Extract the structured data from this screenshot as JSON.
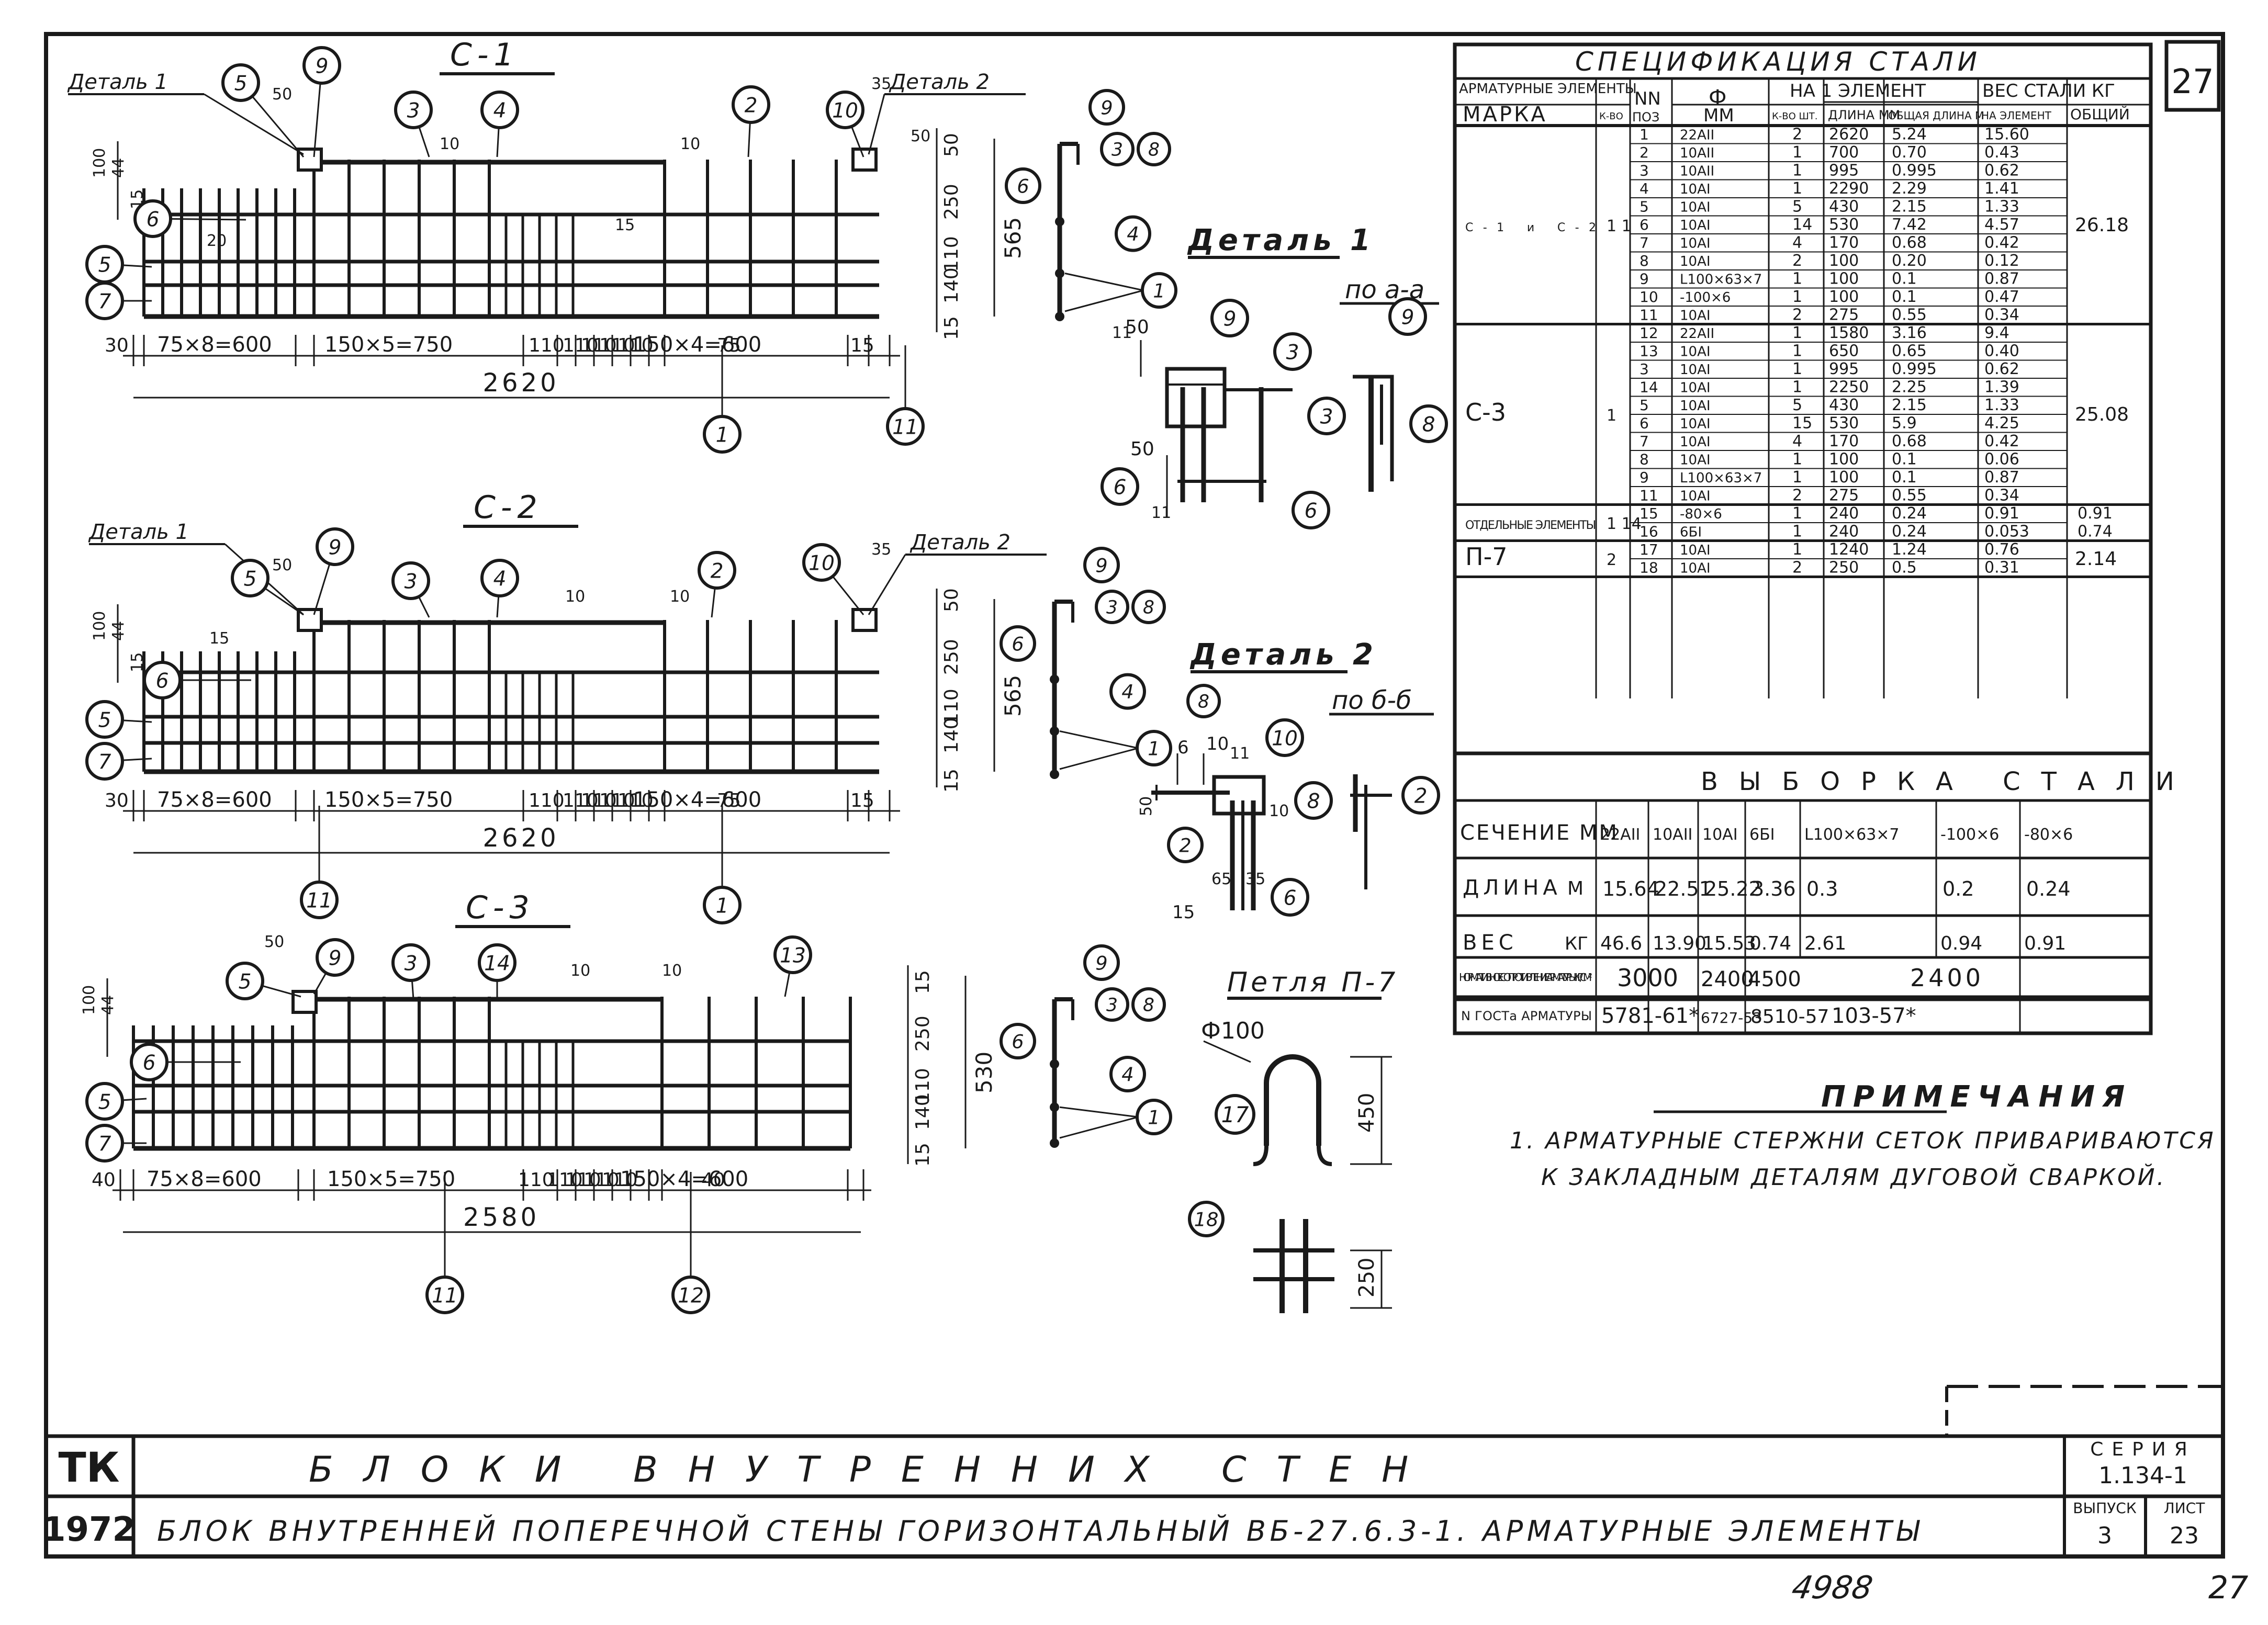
{
  "sheet": {
    "number": "27",
    "bottom_left_code": "4988",
    "bottom_right_page": "27"
  },
  "title_block": {
    "org": "ТК",
    "year": "1972",
    "row1_title": "БЛОКИ ВНУТРЕННИХ СТЕН",
    "row2_title": "БЛОК ВНУТРЕННЕЙ ПОПЕРЕЧНОЙ СТЕНЫ ГОРИЗОНТАЛЬНЫЙ ВБ-27.6.3-1. АРМАТУРНЫЕ ЭЛЕМЕНТЫ",
    "series_label": "СЕРИЯ",
    "series_value": "1.134-1",
    "issue_label": "ВЫПУСК",
    "issue_value": "3",
    "sheet_label": "ЛИСТ",
    "sheet_value": "23"
  },
  "drawings": {
    "c1": {
      "title": "С-1",
      "detail1": "Деталь 1",
      "detail2": "Деталь 2",
      "dims_bottom": [
        "30",
        "75×8=600",
        "150×5=750",
        "110",
        "110",
        "110",
        "110",
        "110",
        "150×4=600",
        "75",
        "15"
      ],
      "total": "2620",
      "dims_right": [
        "50",
        "250",
        "110",
        "140",
        "15"
      ],
      "overall_height": "565",
      "dims_top": [
        "50",
        "35",
        "10",
        "10",
        "20",
        "15",
        "50"
      ],
      "dims_left": [
        "100",
        "44",
        "15"
      ],
      "markers": [
        "5",
        "9",
        "3",
        "4",
        "2",
        "10",
        "6",
        "5",
        "7",
        "1",
        "11"
      ]
    },
    "c2": {
      "title": "С-2",
      "detail1": "Деталь 1",
      "detail2": "Деталь 2",
      "dims_bottom": [
        "30",
        "75×8=600",
        "150×5=750",
        "110",
        "110",
        "110",
        "110",
        "110",
        "150×4=600",
        "75",
        "15"
      ],
      "total": "2620",
      "dims_right": [
        "50",
        "250",
        "110",
        "140",
        "15"
      ],
      "overall_height": "565",
      "dims_top": [
        "50",
        "35",
        "10",
        "10",
        "15"
      ],
      "dims_left": [
        "100",
        "44",
        "15"
      ],
      "markers": [
        "5",
        "9",
        "3",
        "4",
        "2",
        "10",
        "6",
        "5",
        "7",
        "11",
        "1"
      ]
    },
    "c3": {
      "title": "С-3",
      "dims_bottom": [
        "40",
        "75×8=600",
        "150×5=750",
        "110",
        "110",
        "110",
        "110",
        "110",
        "150×4=600",
        "40"
      ],
      "total": "2580",
      "dims_right": [
        "15",
        "250",
        "110",
        "140",
        "15"
      ],
      "overall_height": "530",
      "dims_top": [
        "50",
        "10",
        "10"
      ],
      "dims_left": [
        "100",
        "44"
      ],
      "markers": [
        "5",
        "9",
        "3",
        "14",
        "13",
        "6",
        "5",
        "7",
        "11",
        "12"
      ]
    },
    "sections": {
      "s1": [
        "9",
        "3",
        "8",
        "6",
        "4",
        "1"
      ],
      "s2": [
        "9",
        "3",
        "8",
        "6",
        "4",
        "1"
      ],
      "s3": [
        "9",
        "3",
        "8",
        "6",
        "4",
        "1"
      ]
    },
    "detail1": {
      "title": "Деталь 1",
      "section": "по а-а",
      "dims": [
        "50",
        "11",
        "50",
        "11"
      ],
      "markers": [
        "9",
        "3",
        "6",
        "9",
        "3",
        "8",
        "6"
      ]
    },
    "detail2": {
      "title": "Деталь 2",
      "section": "по б-б",
      "dims": [
        "10",
        "6",
        "11",
        "50",
        "10",
        "65",
        "35",
        "15"
      ],
      "markers": [
        "8",
        "10",
        "8",
        "2",
        "2",
        "6"
      ]
    },
    "loop": {
      "title": "Петля П-7",
      "diam": "Ф100",
      "h1": "450",
      "h2": "250",
      "markers": [
        "17",
        "18"
      ]
    }
  },
  "spec": {
    "title": "СПЕЦИФИКАЦИЯ СТАЛИ",
    "h_elements": "АРМАТУРНЫЕ ЭЛЕМЕНТЫ",
    "h_mark": "МАРКА",
    "h_count": "К-ВО",
    "h_nn": "NN",
    "h_pos": "ПОЗ",
    "h_phi": "Ф",
    "h_mm": "ММ",
    "h_per": "НА 1 ЭЛЕМЕНТ",
    "h_qty": "К-ВО ШТ.",
    "h_len": "ДЛИНА ММ",
    "h_total_len": "ОБЩАЯ ДЛИНА М",
    "h_weight": "ВЕС СТАЛИ КГ",
    "h_w_el": "НА ЭЛЕМЕНТ",
    "h_w_total": "ОБЩИЙ",
    "groups": [
      {
        "mark": "С-1 и С-2",
        "count": "1 1",
        "total": "26.18",
        "rows": [
          [
            "1",
            "22АII",
            "2",
            "2620",
            "5.24",
            "15.60"
          ],
          [
            "2",
            "10АII",
            "1",
            "700",
            "0.70",
            "0.43"
          ],
          [
            "3",
            "10АII",
            "1",
            "995",
            "0.995",
            "0.62"
          ],
          [
            "4",
            "10АI",
            "1",
            "2290",
            "2.29",
            "1.41"
          ],
          [
            "5",
            "10АI",
            "5",
            "430",
            "2.15",
            "1.33"
          ],
          [
            "6",
            "10АI",
            "14",
            "530",
            "7.42",
            "4.57"
          ],
          [
            "7",
            "10АI",
            "4",
            "170",
            "0.68",
            "0.42"
          ],
          [
            "8",
            "10АI",
            "2",
            "100",
            "0.20",
            "0.12"
          ],
          [
            "9",
            "L100×63×7",
            "1",
            "100",
            "0.1",
            "0.87"
          ],
          [
            "10",
            "-100×6",
            "1",
            "100",
            "0.1",
            "0.47"
          ],
          [
            "11",
            "10АI",
            "2",
            "275",
            "0.55",
            "0.34"
          ]
        ]
      },
      {
        "mark": "С-3",
        "count": "1",
        "total": "25.08",
        "rows": [
          [
            "12",
            "22АII",
            "1",
            "1580",
            "3.16",
            "9.4"
          ],
          [
            "13",
            "10АI",
            "1",
            "650",
            "0.65",
            "0.40"
          ],
          [
            "3",
            "10АI",
            "1",
            "995",
            "0.995",
            "0.62"
          ],
          [
            "14",
            "10АI",
            "1",
            "2250",
            "2.25",
            "1.39"
          ],
          [
            "5",
            "10АI",
            "5",
            "430",
            "2.15",
            "1.33"
          ],
          [
            "6",
            "10АI",
            "15",
            "530",
            "5.9",
            "4.25"
          ],
          [
            "7",
            "10АI",
            "4",
            "170",
            "0.68",
            "0.42"
          ],
          [
            "8",
            "10АI",
            "1",
            "100",
            "0.1",
            "0.06"
          ],
          [
            "9",
            "L100×63×7",
            "1",
            "100",
            "0.1",
            "0.87"
          ],
          [
            "11",
            "10АI",
            "2",
            "275",
            "0.55",
            "0.34"
          ]
        ]
      },
      {
        "mark": "ОТДЕЛЬНЫЕ ЭЛЕМЕНТЫ",
        "count": "1 14",
        "rows": [
          [
            "15",
            "-80×6",
            "1",
            "240",
            "0.24",
            "0.91",
            "0.91"
          ],
          [
            "16",
            "6БI",
            "1",
            "240",
            "0.24",
            "0.053",
            "0.74"
          ]
        ]
      },
      {
        "mark": "П-7",
        "count": "2",
        "total": "2.14",
        "rows": [
          [
            "17",
            "10АI",
            "1",
            "1240",
            "1.24",
            "0.76"
          ],
          [
            "18",
            "10АI",
            "2",
            "250",
            "0.5",
            "0.31"
          ]
        ]
      }
    ]
  },
  "selection": {
    "title": "ВЫБОРКА СТАЛИ",
    "h_section": "СЕЧЕНИЕ ММ",
    "columns": [
      "22АII",
      "10АII",
      "10АI",
      "6БI",
      "L100×63×7",
      "-100×6",
      "-80×6"
    ],
    "length_label": "ДЛИНА",
    "length_unit": "М",
    "lengths": [
      "15.64",
      "22.51",
      "25.22",
      "3.36",
      "0.3",
      "0.2",
      "0.24"
    ],
    "weight_label": "ВЕС",
    "weight_unit": "КГ",
    "weights": [
      "46.6",
      "13.90",
      "15.53",
      "0.74",
      "2.61",
      "0.94",
      "0.91"
    ],
    "norm_label": "НОРМАТИВНОЕ СОПРОТИВЛЕНИЕ АРМАТУРЫ КГ/СМ²",
    "norms": [
      "3000",
      "2400",
      "4500",
      "2400"
    ],
    "gost_label": "N ГОСТа АРМАТУРЫ",
    "gosts": [
      "5781-61*",
      "6727-53",
      "8510-57",
      "103-57*"
    ]
  },
  "notes": {
    "title": "ПРИМЕЧАНИЯ",
    "line1": "1. АРМАТУРНЫЕ СТЕРЖНИ СЕТОК ПРИВАРИВАЮТСЯ",
    "line2": "К ЗАКЛАДНЫМ ДЕТАЛЯМ ДУГОВОЙ СВАРКОЙ."
  }
}
